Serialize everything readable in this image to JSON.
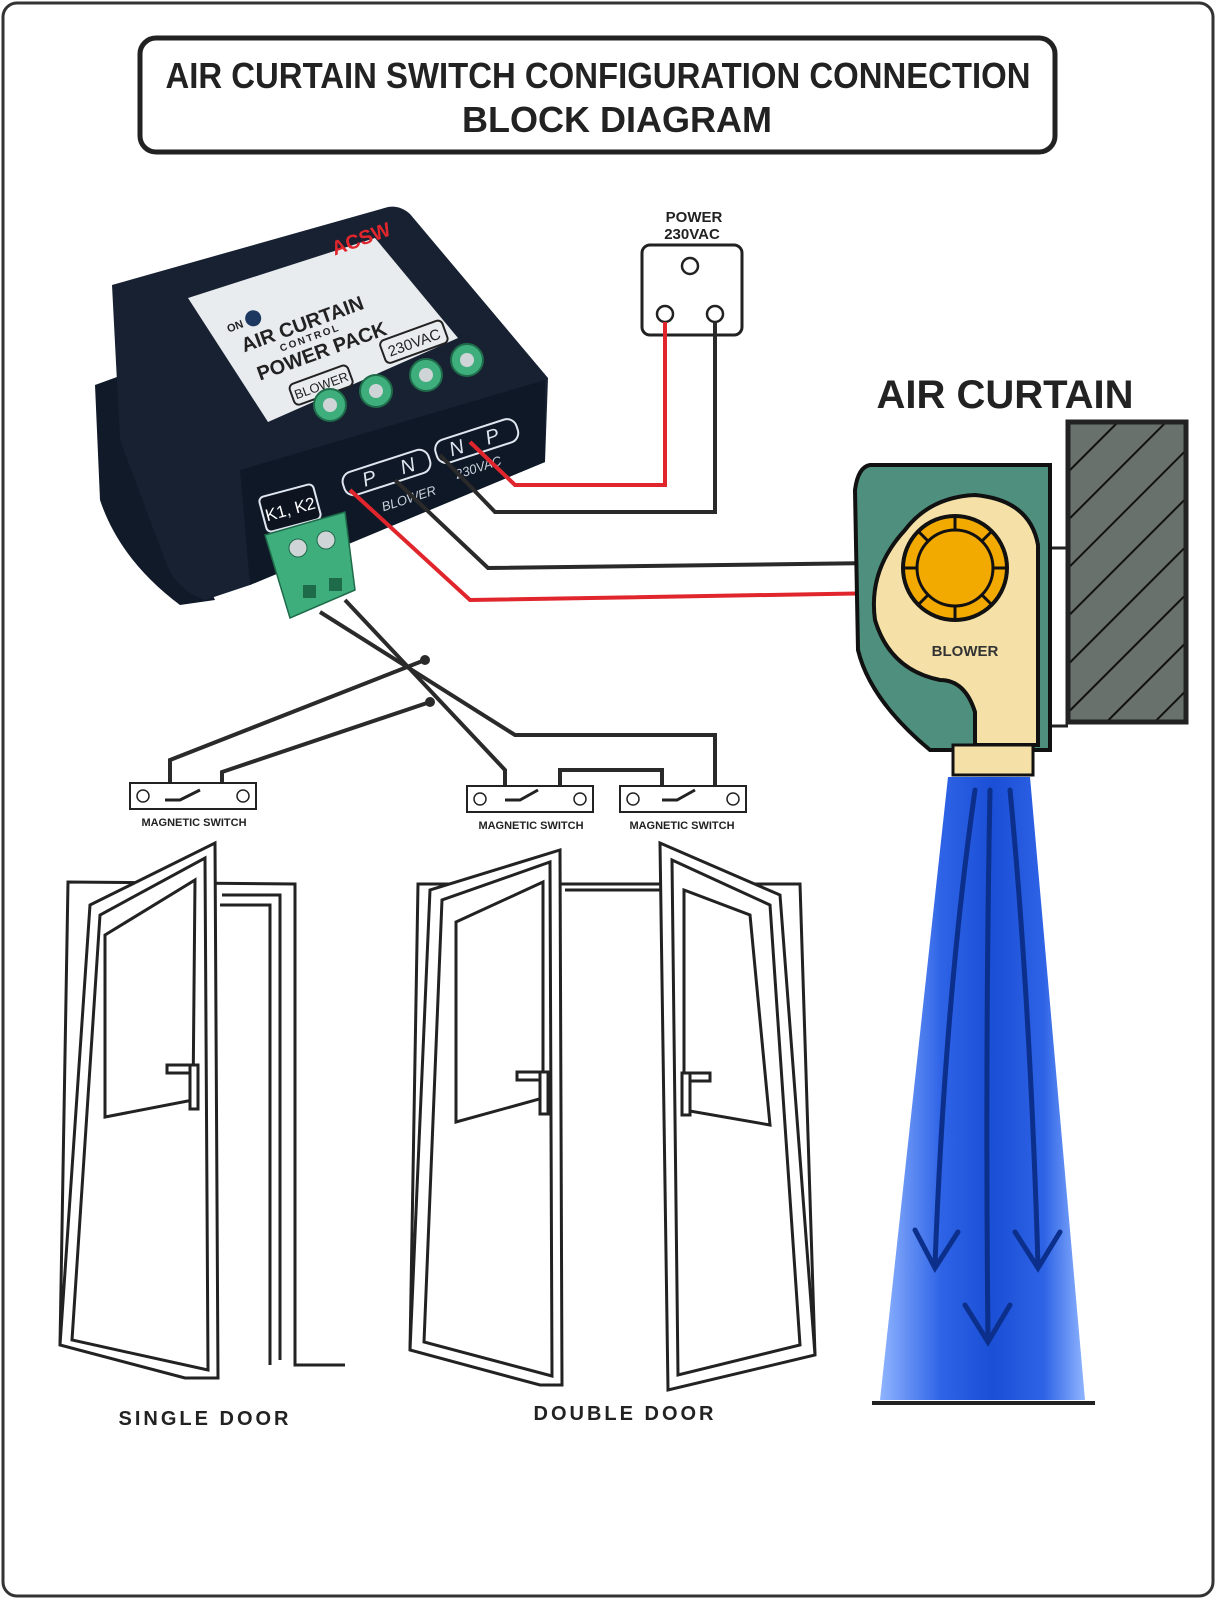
{
  "title": {
    "line1": "AIR CURTAIN SWITCH CONFIGURATION CONNECTION",
    "line2": "BLOCK DIAGRAM"
  },
  "power": {
    "label1": "POWER",
    "label2": "230VAC"
  },
  "device": {
    "brand": "ACSW",
    "on_label": "ON",
    "name1": "AIR CURTAIN",
    "name2": "CONTROL",
    "name3": "POWER PACK",
    "blower_label": "BLOWER",
    "supply_label": "230VAC",
    "switch_terminal": "K1, K2",
    "terminal_p": "P",
    "terminal_n": "N",
    "terminal_n2": "N",
    "terminal_p2": "P",
    "front_blower": "BLOWER",
    "front_supply": "230VAC"
  },
  "air_curtain": {
    "title": "AIR CURTAIN",
    "blower_label": "BLOWER"
  },
  "switches": [
    {
      "label": "MAGNETIC SWITCH"
    },
    {
      "label": "MAGNETIC SWITCH"
    },
    {
      "label": "MAGNETIC SWITCH"
    }
  ],
  "doors": {
    "single": "SINGLE DOOR",
    "double": "DOUBLE DOOR"
  },
  "colors": {
    "live_wire": "#e0262c",
    "neutral_wire": "#2a2a2a",
    "device_body": "#172131",
    "terminal_green": "#3fae7d",
    "housing": "#4f8f7e",
    "blower": "#f2a900",
    "airflow": "#1f5be0"
  }
}
